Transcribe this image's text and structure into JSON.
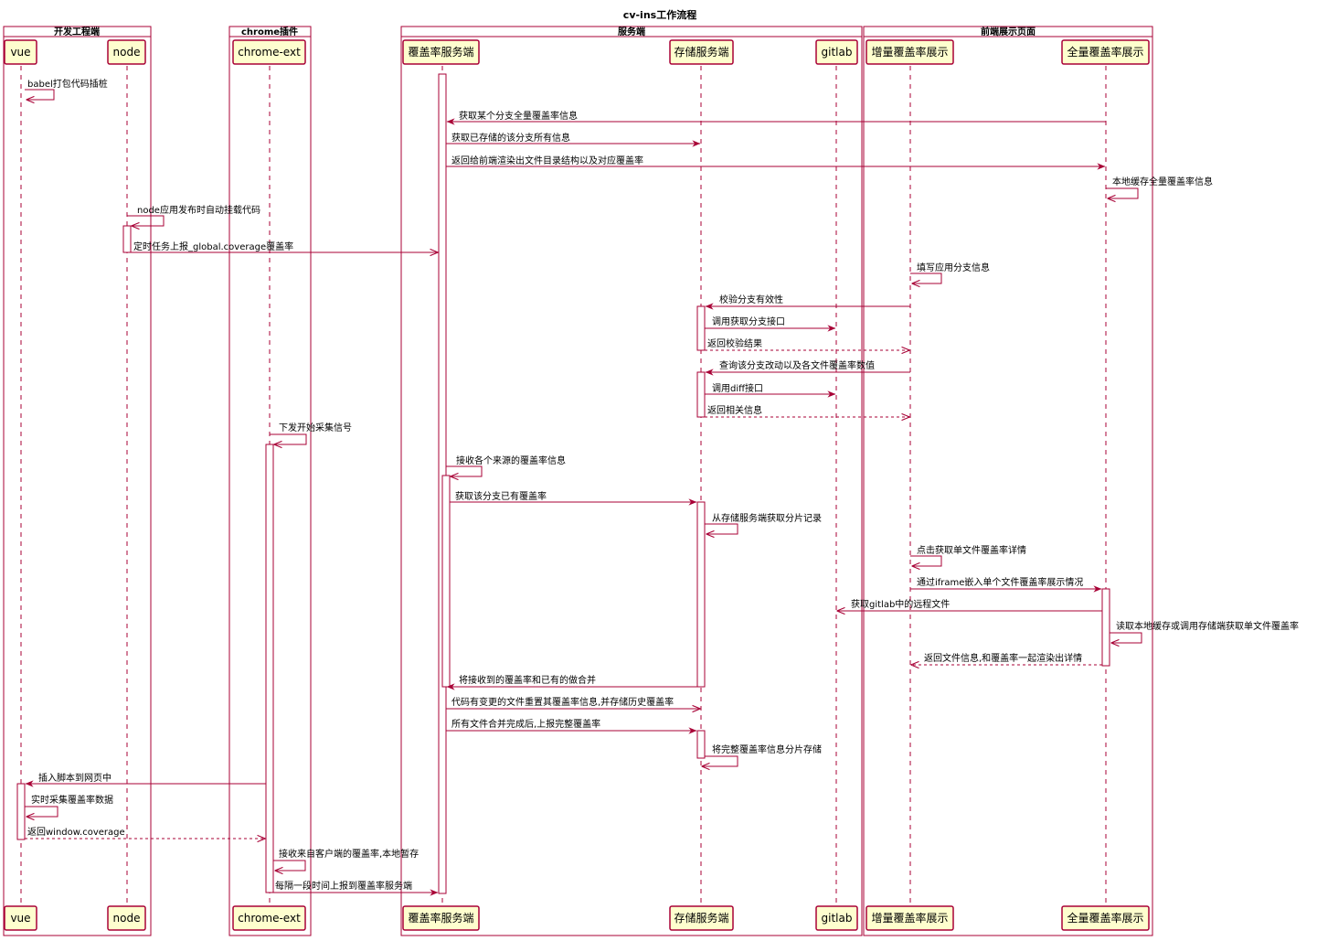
{
  "title": "cv-ins工作流程",
  "colors": {
    "line": "#A80036",
    "box_fill": "#FEFECE",
    "activation_fill": "#FFFFFF",
    "text": "#000000"
  },
  "groups": [
    {
      "id": "g-dev",
      "label": "开发工程端"
    },
    {
      "id": "g-chrome",
      "label": "chrome插件"
    },
    {
      "id": "g-server",
      "label": "服务端"
    },
    {
      "id": "g-frontend",
      "label": "前端展示页面"
    }
  ],
  "participants": [
    {
      "id": "vue",
      "label": "vue"
    },
    {
      "id": "node",
      "label": "node"
    },
    {
      "id": "chrome-ext",
      "label": "chrome-ext"
    },
    {
      "id": "coverage-service",
      "label": "覆盖率服务端"
    },
    {
      "id": "storage-service",
      "label": "存储服务端"
    },
    {
      "id": "gitlab",
      "label": "gitlab"
    },
    {
      "id": "incremental-view",
      "label": "增量覆盖率展示"
    },
    {
      "id": "full-view",
      "label": "全量覆盖率展示"
    }
  ],
  "messages": [
    {
      "id": "m1",
      "label": "babel打包代码插桩"
    },
    {
      "id": "m2",
      "label": "获取某个分支全量覆盖率信息"
    },
    {
      "id": "m3",
      "label": "获取已存储的该分支所有信息"
    },
    {
      "id": "m4",
      "label": "返回给前端渲染出文件目录结构以及对应覆盖率"
    },
    {
      "id": "m5",
      "label": "本地缓存全量覆盖率信息"
    },
    {
      "id": "m6",
      "label": "node应用发布时自动挂载代码"
    },
    {
      "id": "m7",
      "label": "定时任务上报_global.coverage覆盖率"
    },
    {
      "id": "m8",
      "label": "填写应用分支信息"
    },
    {
      "id": "m9",
      "label": "校验分支有效性"
    },
    {
      "id": "m10",
      "label": "调用获取分支接口"
    },
    {
      "id": "m11",
      "label": "返回校验结果"
    },
    {
      "id": "m12",
      "label": "查询该分支改动以及各文件覆盖率数值"
    },
    {
      "id": "m13",
      "label": "调用diff接口"
    },
    {
      "id": "m14",
      "label": "返回相关信息"
    },
    {
      "id": "m15",
      "label": "下发开始采集信号"
    },
    {
      "id": "m16",
      "label": "接收各个来源的覆盖率信息"
    },
    {
      "id": "m17",
      "label": "获取该分支已有覆盖率"
    },
    {
      "id": "m18",
      "label": "从存储服务端获取分片记录"
    },
    {
      "id": "m19",
      "label": "点击获取单文件覆盖率详情"
    },
    {
      "id": "m20",
      "label": "通过iframe嵌入单个文件覆盖率展示情况"
    },
    {
      "id": "m21",
      "label": "获取gitlab中的远程文件"
    },
    {
      "id": "m22",
      "label": "读取本地缓存或调用存储端获取单文件覆盖率"
    },
    {
      "id": "m23",
      "label": "返回文件信息,和覆盖率一起渲染出详情"
    },
    {
      "id": "m24",
      "label": "将接收到的覆盖率和已有的做合并"
    },
    {
      "id": "m25",
      "label": "代码有变更的文件重置其覆盖率信息,并存储历史覆盖率"
    },
    {
      "id": "m26",
      "label": "所有文件合并完成后,上报完整覆盖率"
    },
    {
      "id": "m27",
      "label": "将完整覆盖率信息分片存储"
    },
    {
      "id": "m28",
      "label": "插入脚本到网页中"
    },
    {
      "id": "m29",
      "label": "实时采集覆盖率数据"
    },
    {
      "id": "m30",
      "label": "返回window.coverage"
    },
    {
      "id": "m31",
      "label": "接收来自客户端的覆盖率,本地暂存"
    },
    {
      "id": "m32",
      "label": "每隔一段时间上报到覆盖率服务端"
    }
  ]
}
